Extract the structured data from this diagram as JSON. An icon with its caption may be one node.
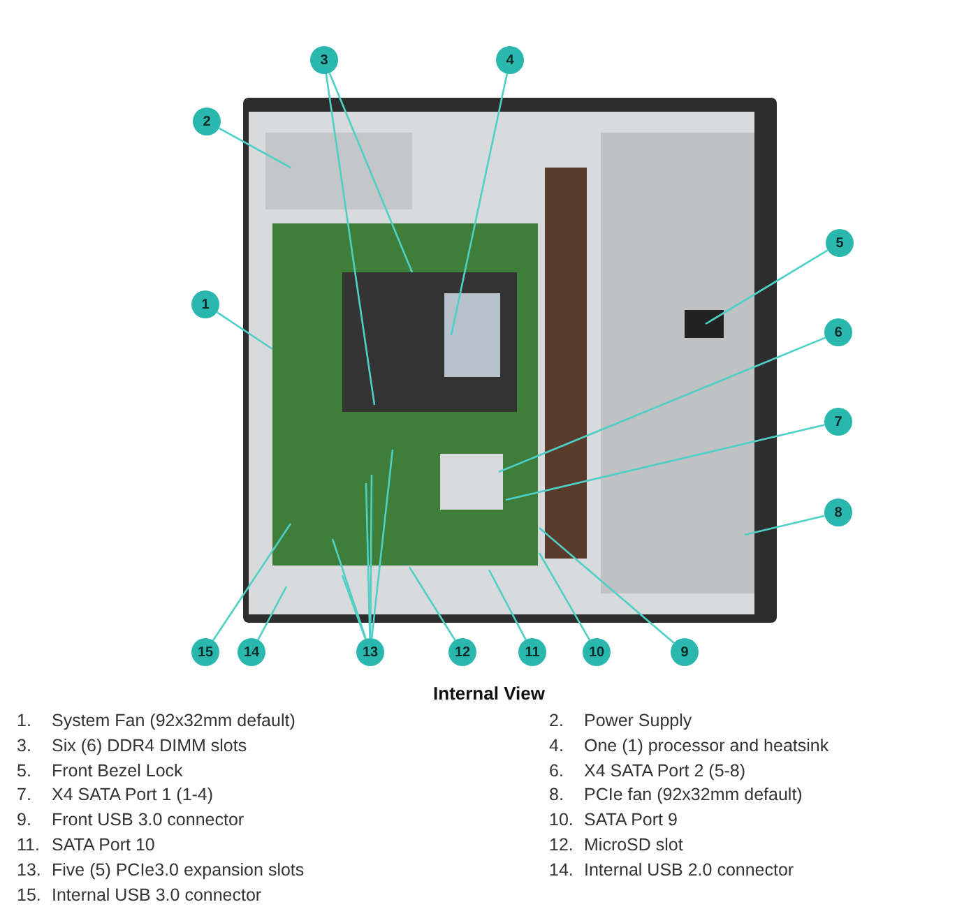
{
  "diagram": {
    "title": "Internal View",
    "nodes": [
      {
        "text": [
          "1"
        ]
      },
      {
        "text": [
          "2"
        ]
      },
      {
        "text": [
          "3"
        ]
      },
      {
        "text": [
          "4"
        ]
      },
      {
        "text": [
          "5"
        ]
      },
      {
        "text": [
          "6"
        ]
      },
      {
        "text": [
          "7"
        ]
      },
      {
        "text": [
          "8"
        ]
      },
      {
        "text": [
          "9"
        ]
      },
      {
        "text": [
          "10"
        ]
      },
      {
        "text": [
          "11"
        ]
      },
      {
        "text": [
          "12"
        ]
      },
      {
        "text": [
          "13"
        ]
      },
      {
        "text": [
          "14"
        ]
      },
      {
        "text": [
          "15"
        ]
      }
    ],
    "edges": [
      {
        "from": 0,
        "to": null,
        "arrow": "none"
      },
      {
        "from": 1,
        "to": null,
        "arrow": "none"
      },
      {
        "from": 2,
        "to": null,
        "arrow": "none"
      },
      {
        "from": 2,
        "to": null,
        "arrow": "none"
      },
      {
        "from": 3,
        "to": null,
        "arrow": "none"
      },
      {
        "from": 4,
        "to": null,
        "arrow": "none"
      },
      {
        "from": 5,
        "to": null,
        "arrow": "none"
      },
      {
        "from": 6,
        "to": null,
        "arrow": "none"
      },
      {
        "from": 7,
        "to": null,
        "arrow": "none"
      },
      {
        "from": 8,
        "to": null,
        "arrow": "none"
      },
      {
        "from": 9,
        "to": null,
        "arrow": "none"
      },
      {
        "from": 10,
        "to": null,
        "arrow": "none"
      },
      {
        "from": 11,
        "to": null,
        "arrow": "none"
      },
      {
        "from": 12,
        "to": null,
        "arrow": "none"
      },
      {
        "from": 12,
        "to": null,
        "arrow": "none"
      },
      {
        "from": 12,
        "to": null,
        "arrow": "none"
      },
      {
        "from": 12,
        "to": null,
        "arrow": "none"
      },
      {
        "from": 12,
        "to": null,
        "arrow": "none"
      },
      {
        "from": 13,
        "to": null,
        "arrow": "none"
      },
      {
        "from": 14,
        "to": null,
        "arrow": "none"
      }
    ],
    "labels": [
      "1.",
      "System Fan (92x32mm default)",
      "2.",
      "Power Supply",
      "3.",
      "Six (6) DDR4 DIMM slots",
      "4.",
      "One (1) processor and heatsink",
      "5.",
      "Front Bezel Lock",
      "6.",
      "X4 SATA Port 2 (5-8)",
      "7.",
      "X4 SATA Port 1 (1-4)",
      "8.",
      "PCIe fan (92x32mm default)",
      "9.",
      "Front USB 3.0 connector",
      "10.",
      "SATA Port 9",
      "11.",
      "SATA Port 10",
      "12.",
      "MicroSD slot",
      "13.",
      "Five (5) PCIe3.0 expansion slots",
      "14.",
      "Internal USB 2.0 connector",
      "15.",
      "Internal USB 3.0 connector"
    ]
  }
}
